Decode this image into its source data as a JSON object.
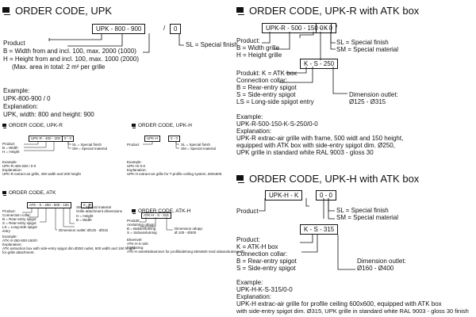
{
  "upk": {
    "title": "ORDER CODE, UPK",
    "code": "UPK - 800 - 900",
    "code_suffix": "0",
    "product_label": "Product",
    "lines": [
      "B = Width from and incl. 100, max. 2000 (1000)",
      "H = Height from and incl. 100, max. 1000 (2000)"
    ],
    "max_area": "(Max. area in total: 2 m² per grille",
    "sl": "SL = Special finish",
    "example_label": "Example:",
    "example_code": "UPK-800-900 / 0",
    "explanation_label": "Explanation:",
    "explanation": "UPK, width: 800 and height: 900"
  },
  "upkr_small": {
    "title": "ORDER CODE, UPK-R",
    "code": "UPK-R - 400 - 200",
    "suffix": "0 - 0",
    "lines": [
      "Product",
      "B = Width",
      "H = Height"
    ],
    "right": [
      "SL = Special finish",
      "SM = Special material"
    ],
    "example": [
      "Example:",
      "UPK-R-400-200 / 0-0",
      "Explanation:",
      "UPK-R extract-air grille, 400 width and 200 height"
    ]
  },
  "upkh_small": {
    "title": "ORDER CODE, UPK-H",
    "code": "UPK-H",
    "suffix": "0 - 0",
    "product": "Product",
    "right": [
      "SL = Special finish",
      "SM = Special material"
    ],
    "example": [
      "Example:",
      "UPK-H/ 0-0",
      "Explanation:",
      "UPK-H extract-air grille for T-profile ceiling system, 600x600."
    ]
  },
  "atk_small": {
    "title": "ORDER CODE, ATK",
    "code": "ATK - S - 250 - 500 - 150",
    "suffix": "0 - 0",
    "left": [
      "Product:",
      "Connection collar:",
      "B = Rear-entry spigot",
      "S = Rear-entry spigot",
      "LS = Long-side spigot",
      "     entry"
    ],
    "right": [
      "SM = Special material",
      "Grille attachment dimensions",
      "H    = Height",
      "B    = Width",
      "Dimension outlet: Ø125 - Ø315"
    ],
    "example": [
      "Example:",
      "ATK-S-250-500-150/0",
      "Explanation:",
      "ATK extraction box with side-entry spigot dim Ø250 outlet, 500 width and 150 height",
      "for grille attachment."
    ]
  },
  "atkh_small": {
    "title": "ORDER CODE, ATK-H",
    "code": "ATK-H - S - 315",
    "left": [
      "Produkt:",
      "Anslutning utlopp:",
      "B = Bakanslutning",
      "S = Sidoanslutning"
    ],
    "right": [
      "Dimension utlopp:",
      "Ø 100 - Ø400"
    ],
    "example": [
      "Ekvenvel:",
      "ATK-H-S-160",
      "Förklaring:",
      "ATK-H avtrekkskammer for profilindelning 600x600 med sideanslutning Ø1"
    ]
  },
  "upkr_atk": {
    "title": "ORDER CODE, UPK-R with ATK box",
    "code": "UPK-R - 500 - 150 - K",
    "suffix": "0 - 0",
    "left": [
      "Product:",
      "B = Width grille",
      "H = Height grille"
    ],
    "right": [
      "SL = Special finish",
      "SM = Special material"
    ],
    "code2": "K - S - 250",
    "mid": [
      "Produkt: K = ATK box",
      "Connection collar:",
      "B = Rear-entry spigot",
      "S = Side-entry spigot",
      "LS = Long-side spigot entry"
    ],
    "dim": [
      "Dimension outlet:",
      "Ø125 - Ø315"
    ],
    "example": [
      "Example:",
      "UPK-R-500-150-K-S-250/0-0",
      "Explanation:",
      "UPK-R extrac-air grille with frame, 500 widt and 150 height,",
      "equipped with ATK box with side-entry spigot dim. Ø250,",
      "UPK grille in standard white RAL 9003 - gloss 30"
    ]
  },
  "upkh_atk": {
    "title": "ORDER CODE, UPK-H with ATK box",
    "code": "UPK-H - K",
    "suffix": "0 - 0",
    "product": "Product",
    "right": [
      "SL = Special finish",
      "SM = Special material"
    ],
    "code2": "K - S - 315",
    "left": [
      "Product:",
      "K = ATK-H box",
      "Connection collar:",
      "B = Rear-entry spigot",
      "S = Side-entry spigot"
    ],
    "dim": [
      "Dimension outlet:",
      "Ø160 - Ø400"
    ],
    "example": [
      "Example:",
      "UPK-H-K-S-315/0-0",
      "Explanation:",
      "UPK-H extrac-air grille for profile ceiling 600x600, equipped with ATK box",
      "with side-entry spigot dim. Ø315, UPK grille in standard white RAL 9003 - gloss 30 finish"
    ]
  },
  "icons": {
    "header": "cart-icon"
  }
}
